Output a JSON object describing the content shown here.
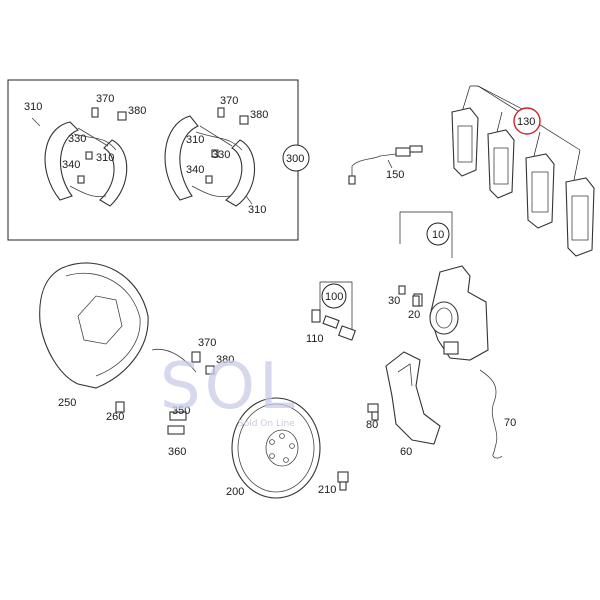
{
  "callouts": {
    "c310a": "310",
    "c370a": "370",
    "c380a": "380",
    "c330a": "330",
    "c310b": "310",
    "c340a": "340",
    "c370b": "370",
    "c380b": "380",
    "c310c": "310",
    "c330b": "330",
    "c340b": "340",
    "c310d": "310",
    "c300": "300",
    "c150": "150",
    "c130": "130",
    "c10": "10",
    "c100": "100",
    "c110": "110",
    "c30": "30",
    "c20": "20",
    "c250": "250",
    "c370c": "370",
    "c380c": "380",
    "c260": "260",
    "c350": "350",
    "c360": "360",
    "c200": "200",
    "c210": "210",
    "c80": "80",
    "c60": "60",
    "c70": "70"
  },
  "highlight_color": "#d0202a",
  "watermark": {
    "brand": "SOL",
    "tagline": "Sold On Line"
  }
}
